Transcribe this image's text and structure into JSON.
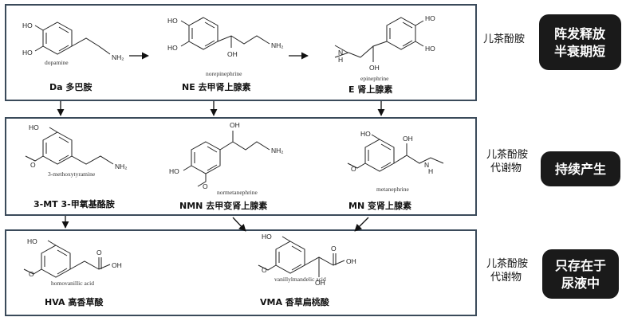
{
  "row1": {
    "molecules": [
      {
        "name": "dopamine",
        "label": "Da 多巴胺",
        "atoms": [
          "HO",
          "HO",
          "NH₂"
        ]
      },
      {
        "name": "norepinephrine",
        "label": "NE 去甲肾上腺素",
        "atoms": [
          "HO",
          "HO",
          "OH",
          "NH₂"
        ]
      },
      {
        "name": "epinephrine",
        "label": "E 肾上腺素",
        "atoms": [
          "HO",
          "HO",
          "N",
          "H",
          "OH"
        ]
      }
    ],
    "side_label": "儿茶酚胺",
    "badge": [
      "阵发释放",
      "半衰期短"
    ]
  },
  "row2": {
    "molecules": [
      {
        "name": "3-methoxytyramine",
        "label": "3-MT 3-甲氧基酪胺",
        "atoms": [
          "HO",
          "O",
          "NH₂"
        ]
      },
      {
        "name": "normetanephrine",
        "label": "NMN 去甲变肾上腺素",
        "atoms": [
          "OH",
          "NH₂",
          "HO",
          "O"
        ]
      },
      {
        "name": "metanephrine",
        "label": "MN 变肾上腺素",
        "atoms": [
          "HO",
          "O",
          "OH",
          "N",
          "H"
        ]
      }
    ],
    "side_label": [
      "儿茶酚胺",
      "代谢物"
    ],
    "badge": [
      "持续产生"
    ]
  },
  "row3": {
    "molecules": [
      {
        "name": "homovanillic acid",
        "label": "HVA 高香草酸",
        "atoms": [
          "HO",
          "O",
          "O",
          "OH"
        ]
      },
      {
        "name": "vanillylmandelic acid",
        "label": "VMA 香草扁桃酸",
        "atoms": [
          "HO",
          "O",
          "O",
          "OH",
          "OH"
        ]
      }
    ],
    "side_label": [
      "儿茶酚胺",
      "代谢物"
    ],
    "badge": [
      "只存在于",
      "尿液中"
    ]
  },
  "colors": {
    "panel_border": "#3a4a5a",
    "badge_bg": "#1a1a1a",
    "badge_text": "#ffffff"
  }
}
